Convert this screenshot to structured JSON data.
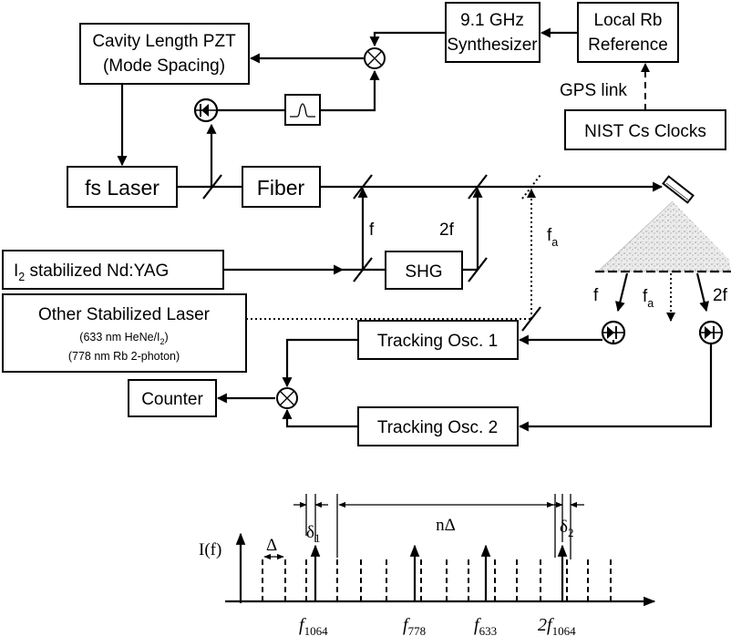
{
  "boxes": {
    "synth1": "9.1 GHz",
    "synth2": "Synthesizer",
    "ref1": "Local Rb",
    "ref2": "Reference",
    "pzt1": "Cavity Length PZT",
    "pzt2": "(Mode Spacing)",
    "laser": "fs Laser",
    "fiber": "Fiber",
    "nist": "NIST Cs Clocks",
    "ndyag_sym": "I",
    "ndyag_sub": "2",
    "ndyag_rest": " stabilized Nd:YAG",
    "shg": "SHG",
    "other": "Other Stabilized Laser",
    "other_note1_a": "(633 nm HeNe/I",
    "other_note1_sub": "2",
    "other_note1_b": ")",
    "other_note2": "(778 nm Rb 2-photon)",
    "track1": "Tracking Osc. 1",
    "track2": "Tracking Osc. 2",
    "counter": "Counter"
  },
  "labels": {
    "gps": "GPS link",
    "f": "f",
    "two_f": "2f",
    "fa": "f",
    "fa_sub": "a"
  },
  "spectrum": {
    "ylabel": "I(f)",
    "delta": "Δ",
    "n_delta": "nΔ",
    "delta1": "δ",
    "delta1_sub": "1",
    "delta2": "δ",
    "delta2_sub": "2",
    "f1064": "f",
    "f1064_sub": "1064",
    "f778": "f",
    "f778_sub": "778",
    "f633": "f",
    "f633_sub": "633",
    "f2_1064_pre": "2f",
    "f2_1064_sub": "1064"
  }
}
